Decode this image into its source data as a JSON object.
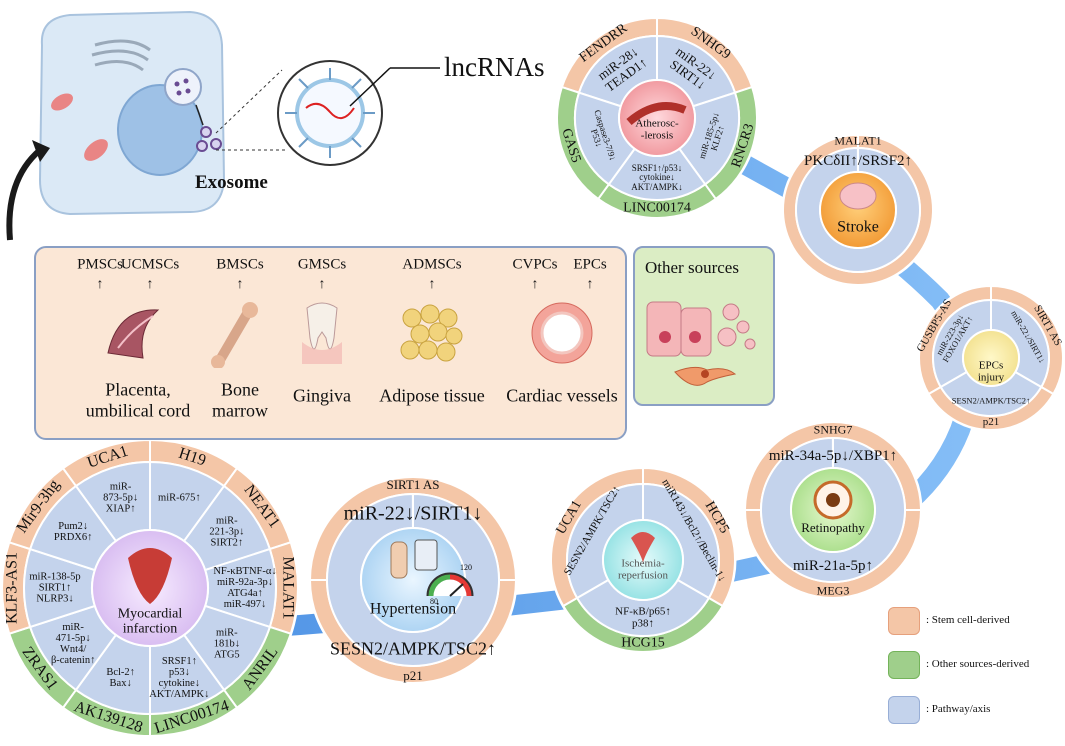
{
  "colors": {
    "stem": "#f4c6a7",
    "other": "#9fcf8b",
    "pathway": "#c4d3ec",
    "arrow": "#3d8ee6"
  },
  "top": {
    "lncrnas_label": "lncRNAs",
    "exosome_label": "Exosome"
  },
  "sources": {
    "stem_items": [
      {
        "labels": [
          "PMSCs",
          "UCMSCs"
        ],
        "caption": [
          "Placenta,",
          "umbilical cord"
        ],
        "icon": "placenta-icon"
      },
      {
        "labels": [
          "BMSCs"
        ],
        "caption": [
          "Bone",
          "marrow"
        ],
        "icon": "bone-icon"
      },
      {
        "labels": [
          "GMSCs"
        ],
        "caption": [
          "Gingiva"
        ],
        "icon": "tooth-icon"
      },
      {
        "labels": [
          "ADMSCs"
        ],
        "caption": [
          "Adipose tissue"
        ],
        "icon": "adipose-icon"
      },
      {
        "labels": [
          "CVPCs",
          "EPCs"
        ],
        "caption": [
          "Cardiac vessels"
        ],
        "icon": "vessel-icon"
      }
    ],
    "other_title": "Other sources"
  },
  "atherosclerosis": {
    "center": [
      "Atherosc-",
      "-lerosis"
    ],
    "outer": [
      "FENDRR",
      "SNHG9",
      "RNCR3",
      "LINC00174",
      "GAS5"
    ],
    "inner": [
      [
        "miR-28↓",
        "TEAD1↑"
      ],
      [
        "miR-22↓",
        "SIRT1↓"
      ],
      [
        "miR-185-5p↓",
        "KLF2↑"
      ],
      [
        "SRSF1↑/p53↓",
        "cytokine↓",
        "AKT/AMPK↓"
      ],
      [
        "Caspase3-7/9↓",
        "P53↓"
      ]
    ]
  },
  "stroke": {
    "center": "Stroke",
    "top": "MALAT1",
    "inner": "PKCδII↑/SRSF2↑"
  },
  "epcs": {
    "center": [
      "EPCs",
      "injury"
    ],
    "outer": [
      "GUSBP5-AS",
      "SIRT1 AS",
      "p21"
    ],
    "inner": [
      [
        "miR-223-3p↓",
        "FOXO1/AKT↑"
      ],
      [
        "miR-22↓/SIRT1↓"
      ],
      [
        "SESN2/AMPK/TSC2↑"
      ]
    ]
  },
  "retinopathy": {
    "center": "Retinopathy",
    "top": "SNHG7",
    "bottom": "MEG3",
    "inner_top": "miR-34a-5p↓/XBP1↑",
    "inner_bottom": "miR-21a-5p↑"
  },
  "ischemia": {
    "center": [
      "Ischemia-",
      "reperfusion"
    ],
    "outer": [
      "UCA1",
      "HCP5",
      "HCG15"
    ],
    "inner": [
      [
        "SESN2/AMPK/TSC2↑"
      ],
      [
        "miR143↓/Bcl2↑/Beclin-1↓"
      ],
      [
        "NF-κB/p65↑",
        "p38↑"
      ]
    ]
  },
  "hypertension": {
    "center": "Hypertension",
    "top": "SIRT1 AS",
    "bottom": "p21",
    "inner_top": "miR-22↓/SIRT1↓",
    "inner_bottom": "SESN2/AMPK/TSC2↑",
    "gauge": {
      "left": "80",
      "right": "120"
    }
  },
  "mi": {
    "center": [
      "Myocardial",
      "infarction"
    ],
    "outer": [
      "UCA1",
      "H19",
      "NEAT1",
      "MALAT1",
      "ANRIL",
      "LINC00174",
      "AK139128",
      "ZRAS1",
      "KLF3-AS1",
      "Mir9-3hg"
    ],
    "inner": [
      [
        "miR-",
        "873-5p↓",
        "XIAP↑"
      ],
      [
        "miR-675↑"
      ],
      [
        "miR-",
        "221-3p↓",
        "SIRT2↑"
      ],
      [
        "NF-κBTNF-α↓",
        "miR-92a-3p↓",
        "ATG4a↑",
        "miR-497↓"
      ],
      [
        "miR-",
        "181b↓",
        "ATG5"
      ],
      [
        "SRSF1↑",
        "p53↓",
        "cytokine↓",
        "AKT/AMPK↓"
      ],
      [
        "Bcl-2↑",
        "Bax↓"
      ],
      [
        "miR-",
        "471-5p↓",
        "Wnt4/",
        "β-catenin↑"
      ],
      [
        "miR-138-5p",
        "SIRT1↑",
        "NLRP3↓"
      ],
      [
        "Pum2↓",
        "PRDX6↑"
      ]
    ]
  },
  "legend": [
    {
      "label": ": Stem cell-derived",
      "color": "#f4c6a7"
    },
    {
      "label": ": Other sources-derived",
      "color": "#9fcf8b"
    },
    {
      "label": ": Pathway/axis",
      "color": "#c4d3ec"
    }
  ]
}
